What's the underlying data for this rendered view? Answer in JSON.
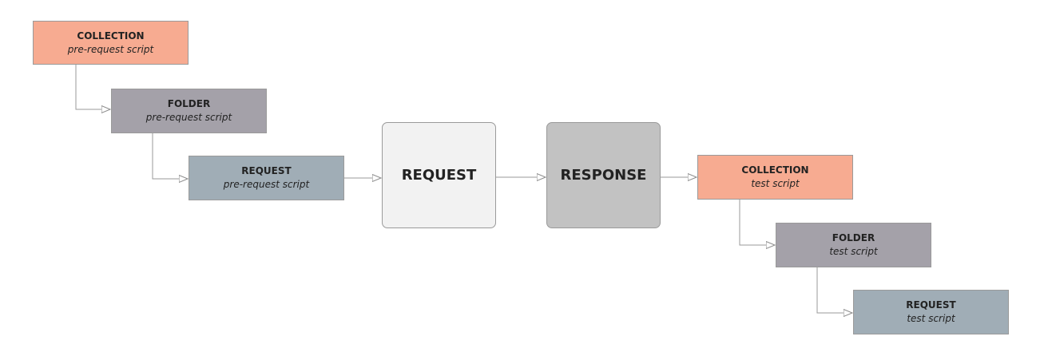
{
  "diagram": {
    "pre": {
      "collection": {
        "title": "COLLECTION",
        "subtitle": "pre-request script"
      },
      "folder": {
        "title": "FOLDER",
        "subtitle": "pre-request script"
      },
      "request": {
        "title": "REQUEST",
        "subtitle": "pre-request script"
      }
    },
    "center": {
      "request": "REQUEST",
      "response": "RESPONSE"
    },
    "post": {
      "collection": {
        "title": "COLLECTION",
        "subtitle": "test script"
      },
      "folder": {
        "title": "FOLDER",
        "subtitle": "test script"
      },
      "request": {
        "title": "REQUEST",
        "subtitle": "test script"
      }
    },
    "colors": {
      "collection": "#f7ab91",
      "folder": "#a4a1a9",
      "request_script": "#a0adb6",
      "request_node": "#f2f2f2",
      "response_node": "#c2c2c2",
      "connector": "#9a9a9a"
    }
  }
}
